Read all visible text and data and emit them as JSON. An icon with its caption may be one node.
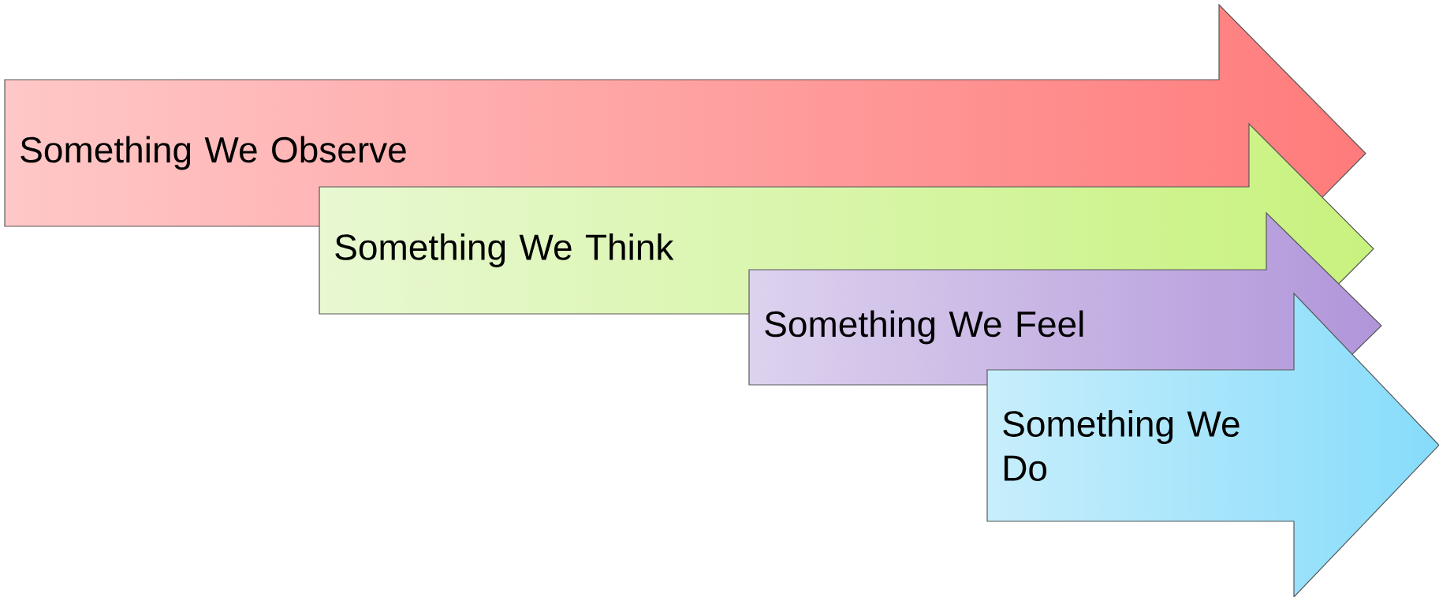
{
  "diagram": {
    "nodes": [
      {
        "text": [
          "Something We Observe"
        ]
      },
      {
        "text": [
          "Something We Think"
        ]
      },
      {
        "text": [
          "Something We Feel"
        ]
      },
      {
        "text": [
          "Something We Do"
        ]
      }
    ]
  }
}
